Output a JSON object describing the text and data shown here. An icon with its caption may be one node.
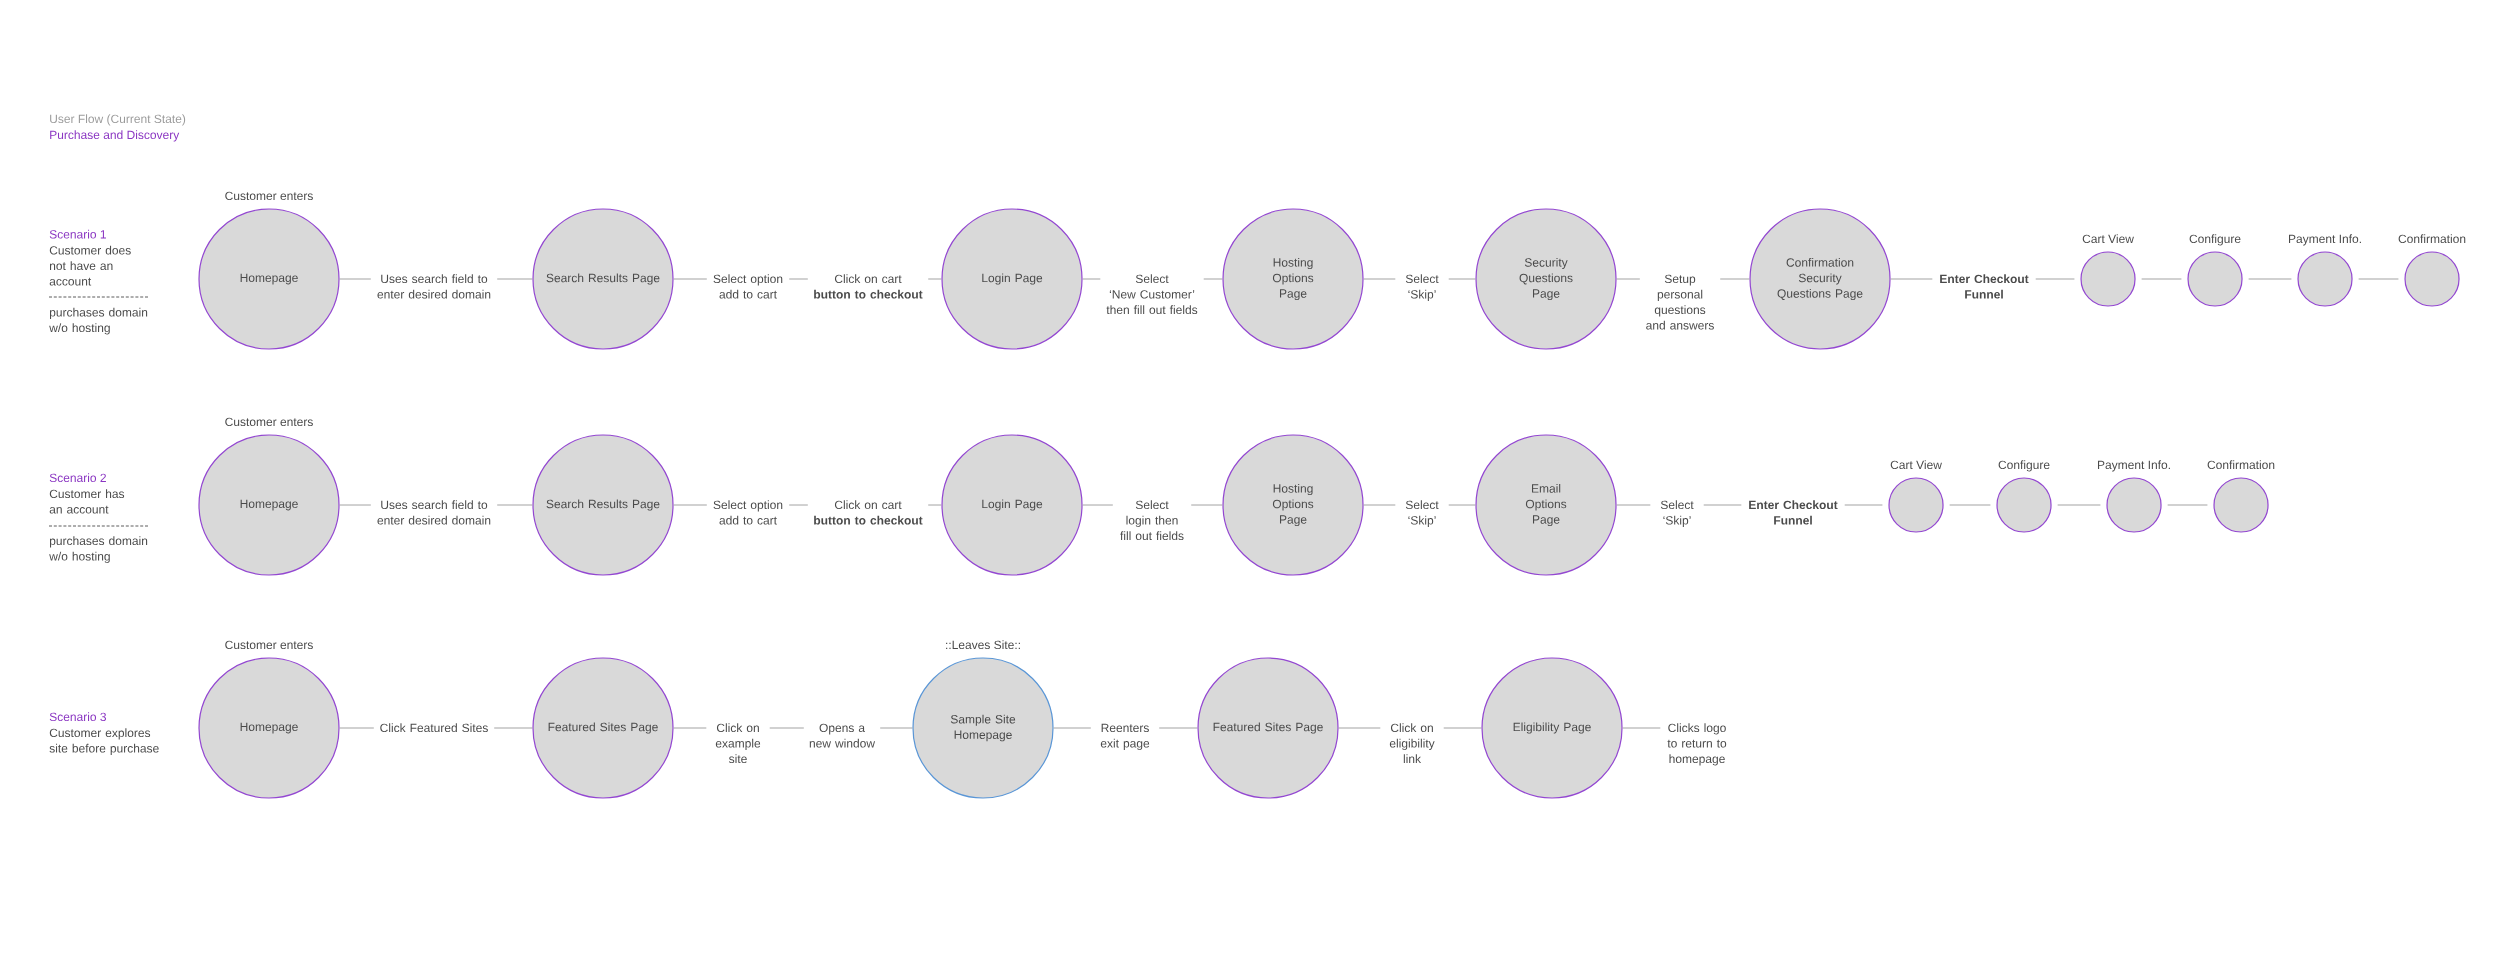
{
  "diagram": {
    "title": "User Flow (Current State)",
    "nodes": [
      {
        "text": [
          "Homepage"
        ],
        "beside": [
          "Customer enters"
        ]
      },
      {
        "text": [
          "Uses search field to enter desired domain"
        ]
      },
      {
        "text": [
          "Search Results Page"
        ]
      },
      {
        "text": [
          "Select option add to cart"
        ]
      },
      {
        "text": [
          "Click on cart **button to checkout**"
        ]
      },
      {
        "text": [
          "Login Page"
        ]
      },
      {
        "text": [
          "Select ‘New Customer’ then fill out fields"
        ]
      },
      {
        "text": [
          "Hosting Options Page"
        ]
      },
      {
        "text": [
          "Select ‘Skip’"
        ]
      },
      {
        "text": [
          "Security Questions Page"
        ]
      },
      {
        "text": [
          "Setup personal questions and answers"
        ]
      },
      {
        "text": [
          "Confirmation Security Questions Page"
        ]
      },
      {
        "text": [
          "Enter Checkout Funnel"
        ]
      },
      {
        "text": [
          "Cart View"
        ]
      },
      {
        "text": [
          "Configure"
        ]
      },
      {
        "text": [
          "Payment Info."
        ]
      },
      {
        "text": [
          "Confirmation"
        ]
      },
      {
        "text": [
          "Homepage"
        ],
        "beside": [
          "Customer enters"
        ]
      },
      {
        "text": [
          "Uses search field to enter desired domain"
        ]
      },
      {
        "text": [
          "Search Results Page"
        ]
      },
      {
        "text": [
          "Select option add to cart"
        ]
      },
      {
        "text": [
          "Click on cart **button to checkout**"
        ]
      },
      {
        "text": [
          "Login Page"
        ]
      },
      {
        "text": [
          "Select login then fill out fields"
        ]
      },
      {
        "text": [
          "Hosting Options Page"
        ]
      },
      {
        "text": [
          "Select ‘Skip’"
        ]
      },
      {
        "text": [
          "Email Options Page"
        ]
      },
      {
        "text": [
          "Select ‘Skip’"
        ]
      },
      {
        "text": [
          "Enter Checkout Funnel"
        ]
      },
      {
        "text": [
          "Cart View"
        ]
      },
      {
        "text": [
          "Configure"
        ]
      },
      {
        "text": [
          "Payment Info."
        ]
      },
      {
        "text": [
          "Confirmation"
        ]
      },
      {
        "text": [
          "Homepage"
        ],
        "beside": [
          "Customer enters"
        ]
      },
      {
        "text": [
          "Click Featured Sites"
        ]
      },
      {
        "text": [
          "Featured Sites Page"
        ]
      },
      {
        "text": [
          "Click on example site"
        ]
      },
      {
        "text": [
          "Opens a new window"
        ]
      },
      {
        "text": [
          "Sample Site Homepage"
        ],
        "beside": [
          "::Leaves Site::"
        ]
      },
      {
        "text": [
          "Reenters exit page"
        ]
      },
      {
        "text": [
          "Featured Sites Page"
        ]
      },
      {
        "text": [
          "Click on eligibility link"
        ]
      },
      {
        "text": [
          "Eligibility Page"
        ]
      },
      {
        "text": [
          "Clicks logo to return to homepage"
        ]
      }
    ],
    "edges": [
      {
        "from": 0,
        "to": 1,
        "arrow": "none"
      },
      {
        "from": 1,
        "to": 2,
        "arrow": "none"
      },
      {
        "from": 2,
        "to": 3,
        "arrow": "none"
      },
      {
        "from": 3,
        "to": 4,
        "arrow": "none"
      },
      {
        "from": 4,
        "to": 5,
        "arrow": "none"
      },
      {
        "from": 5,
        "to": 6,
        "arrow": "none"
      },
      {
        "from": 6,
        "to": 7,
        "arrow": "none"
      },
      {
        "from": 7,
        "to": 8,
        "arrow": "none"
      },
      {
        "from": 8,
        "to": 9,
        "arrow": "none"
      },
      {
        "from": 9,
        "to": 10,
        "arrow": "none"
      },
      {
        "from": 10,
        "to": 11,
        "arrow": "none"
      },
      {
        "from": 11,
        "to": 12,
        "arrow": "none"
      },
      {
        "from": 12,
        "to": 13,
        "arrow": "none"
      },
      {
        "from": 13,
        "to": 14,
        "arrow": "none"
      },
      {
        "from": 14,
        "to": 15,
        "arrow": "none"
      },
      {
        "from": 15,
        "to": 16,
        "arrow": "none"
      },
      {
        "from": 17,
        "to": 18,
        "arrow": "none"
      },
      {
        "from": 18,
        "to": 19,
        "arrow": "none"
      },
      {
        "from": 19,
        "to": 20,
        "arrow": "none"
      },
      {
        "from": 20,
        "to": 21,
        "arrow": "none"
      },
      {
        "from": 21,
        "to": 22,
        "arrow": "none"
      },
      {
        "from": 22,
        "to": 23,
        "arrow": "none"
      },
      {
        "from": 23,
        "to": 24,
        "arrow": "none"
      },
      {
        "from": 24,
        "to": 25,
        "arrow": "none"
      },
      {
        "from": 25,
        "to": 26,
        "arrow": "none"
      },
      {
        "from": 26,
        "to": 27,
        "arrow": "none"
      },
      {
        "from": 27,
        "to": 28,
        "arrow": "none"
      },
      {
        "from": 28,
        "to": 29,
        "arrow": "none"
      },
      {
        "from": 29,
        "to": 30,
        "arrow": "none"
      },
      {
        "from": 30,
        "to": 31,
        "arrow": "none"
      },
      {
        "from": 31,
        "to": 32,
        "arrow": "none"
      },
      {
        "from": 33,
        "to": 34,
        "arrow": "none"
      },
      {
        "from": 34,
        "to": 35,
        "arrow": "none"
      },
      {
        "from": 35,
        "to": 36,
        "arrow": "none"
      },
      {
        "from": 36,
        "to": 37,
        "arrow": "none"
      },
      {
        "from": 37,
        "to": 38,
        "arrow": "none"
      },
      {
        "from": 38,
        "to": 39,
        "arrow": "none"
      },
      {
        "from": 39,
        "to": 40,
        "arrow": "none"
      },
      {
        "from": 40,
        "to": 41,
        "arrow": "none"
      },
      {
        "from": 41,
        "to": 42,
        "arrow": "none"
      },
      {
        "from": 42,
        "to": 43,
        "arrow": "none"
      }
    ],
    "labels": [
      "Purchase and Discovery",
      "Scenario 1",
      "Customer does not have an account",
      "purchases domain w/o hosting",
      "Scenario 2",
      "Customer has an account",
      "purchases domain w/o hosting",
      "Scenario 3",
      "Customer explores site before purchase"
    ]
  }
}
